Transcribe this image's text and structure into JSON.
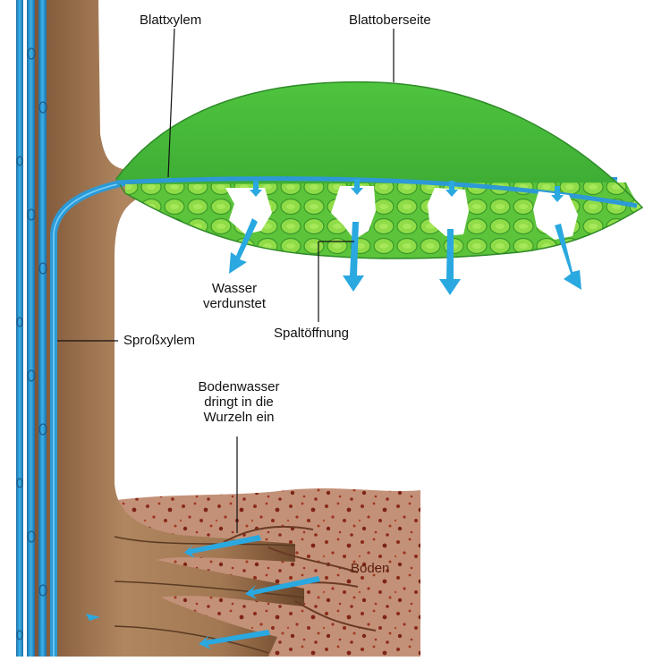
{
  "labels": {
    "leaf_xylem": "Blattxylem",
    "leaf_upper_side": "Blattoberseite",
    "water_evaporates_1": "Wasser",
    "water_evaporates_2": "verdunstet",
    "stoma": "Spaltöffnung",
    "shoot_xylem": "Sproßxylem",
    "soil_water_1": "Bodenwasser",
    "soil_water_2": "dringt in die",
    "soil_water_3": "Wurzeln ein",
    "soil": "Boden"
  },
  "colors": {
    "xylem": "#2a9fdc",
    "xylem_dark": "#1b5f8f",
    "stem": "#a77e56",
    "stem_dark": "#6f4a2c",
    "leaf_light": "#5fd24a",
    "leaf_mid": "#3fae33",
    "leaf_cell": "#8ee04a",
    "soil": "#b9836a",
    "soil_speck": "#8a2a18",
    "arrow": "#2aa8e0"
  }
}
